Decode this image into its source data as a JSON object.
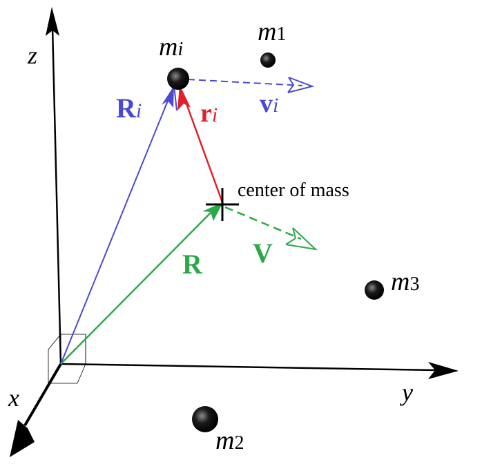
{
  "axes": {
    "x_label": "x",
    "y_label": "y",
    "z_label": "z"
  },
  "masses": {
    "mi": {
      "base": "m",
      "sub": "i"
    },
    "m1": {
      "base": "m",
      "sub": "1"
    },
    "m2": {
      "base": "m",
      "sub": "2"
    },
    "m3": {
      "base": "m",
      "sub": "3"
    }
  },
  "vectors": {
    "R_i": {
      "base": "R",
      "sub": "i",
      "color": "#4a4ad0"
    },
    "r_i": {
      "base": "r",
      "sub": "i",
      "color": "#e0202a"
    },
    "v_i": {
      "base": "v",
      "sub": "i",
      "color": "#4a4ad0"
    },
    "R": {
      "base": "R",
      "color": "#2aa84a"
    },
    "V": {
      "base": "V",
      "color": "#2aa84a"
    }
  },
  "center_of_mass_label": "center of mass",
  "colors": {
    "axis": "#000000",
    "blue": "#4a4ad0",
    "red": "#e0202a",
    "green": "#2aa84a"
  }
}
